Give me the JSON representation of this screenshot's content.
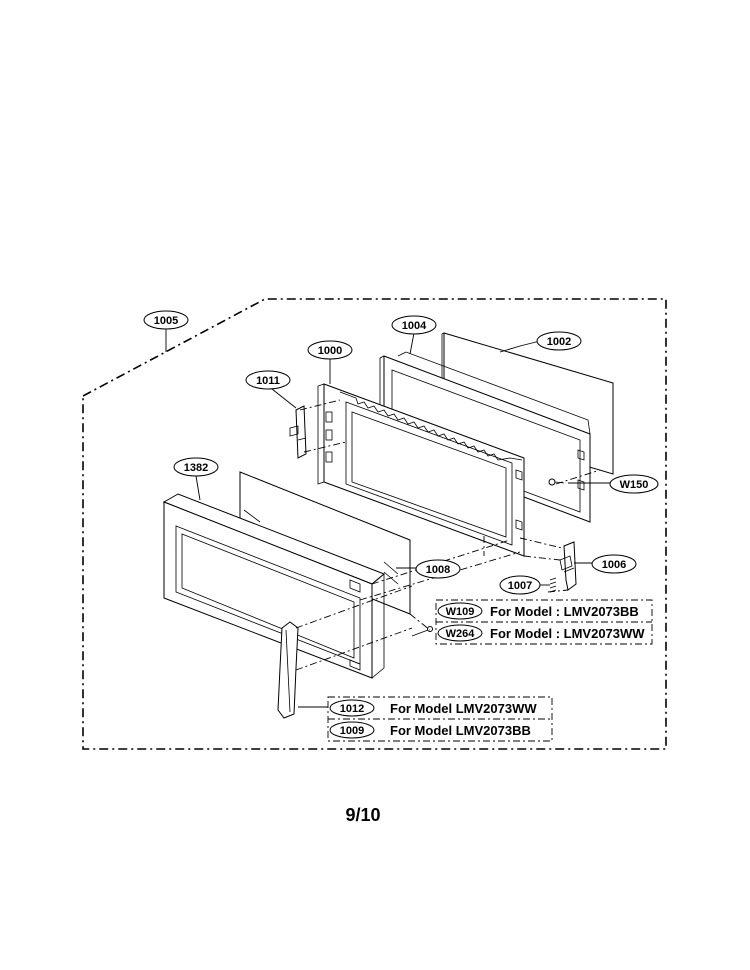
{
  "title": "",
  "parts": {
    "p1005": "1005",
    "p1004": "1004",
    "p1002": "1002",
    "p1000": "1000",
    "p1011": "1011",
    "p1382": "1382",
    "pW150": "W150",
    "p1006": "1006",
    "p1008": "1008",
    "p1007": "1007",
    "pW109": "W109",
    "pW264": "W264",
    "p1012": "1012",
    "p1009": "1009"
  },
  "notes": {
    "w109_text": "For Model : LMV2073BB",
    "w264_text": "For Model : LMV2073WW",
    "n1012_text": "For Model LMV2073WW",
    "n1009_text": "For Model LMV2073BB"
  },
  "page_number": "9/10"
}
